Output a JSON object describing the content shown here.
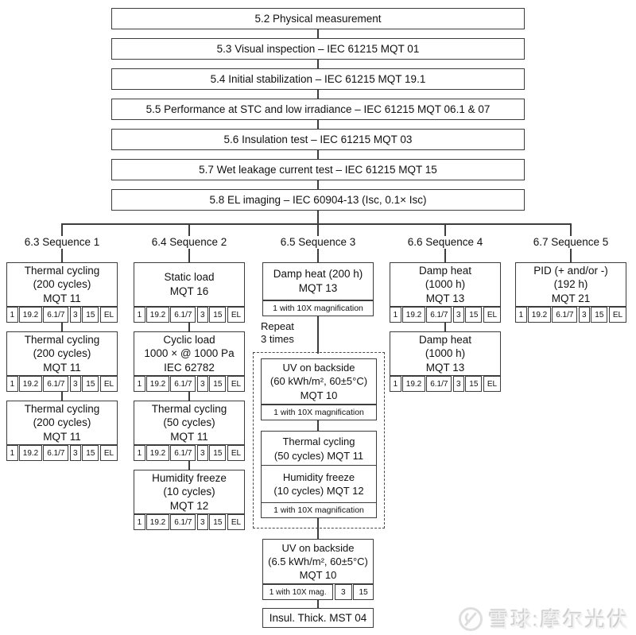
{
  "top_chain": [
    "5.2 Physical measurement",
    "5.3 Visual inspection – IEC 61215 MQT 01",
    "5.4 Initial stabilization – IEC 61215 MQT 19.1",
    "5.5 Performance at STC and low irradiance – IEC 61215 MQT 06.1 & 07",
    "5.6 Insulation test – IEC 61215 MQT 03",
    "5.7 Wet leakage current test – IEC 61215 MQT 15",
    "5.8 EL imaging – IEC 60904-13 (Isc, 0.1× Isc)"
  ],
  "qual_row": [
    "1",
    "19.2",
    "6.1/7",
    "3",
    "15",
    "EL"
  ],
  "mag_note": "1 with 10X magnification",
  "uv_bottom_row": [
    "1 with 10X mag.",
    "3",
    "15"
  ],
  "sequences": [
    {
      "header": "6.3 Sequence 1",
      "boxes": [
        "Thermal cycling\n(200 cycles)\nMQT 11",
        "Thermal cycling\n(200 cycles)\nMQT 11",
        "Thermal cycling\n(200 cycles)\nMQT 11"
      ]
    },
    {
      "header": "6.4 Sequence 2",
      "boxes": [
        "Static load\nMQT 16",
        "Cyclic load\n1000 × @ 1000 Pa\nIEC 62782",
        "Thermal cycling\n(50 cycles)\nMQT 11",
        "Humidity freeze\n(10 cycles)\nMQT 12"
      ]
    },
    {
      "header": "6.5 Sequence 3",
      "damp_heat": "Damp heat (200 h)\nMQT 13",
      "repeat_note": "Repeat\n3 times",
      "uv_60": "UV on backside\n(60 kWh/m², 60±5°C)\nMQT 10",
      "tc_50": "Thermal cycling\n(50 cycles) MQT 11",
      "hf_10": "Humidity freeze\n(10 cycles) MQT 12",
      "uv_6_5": "UV on backside\n(6.5 kWh/m², 60±5°C)\nMQT 10",
      "insulation": "Insul. Thick. MST 04"
    },
    {
      "header": "6.6 Sequence 4",
      "boxes": [
        "Damp heat\n(1000 h)\nMQT 13",
        "Damp heat\n(1000 h)\nMQT 13"
      ]
    },
    {
      "header": "6.7 Sequence 5",
      "boxes": [
        "PID (+ and/or -)\n(192 h)\nMQT 21"
      ]
    }
  ],
  "watermark": {
    "text": "雪球:摩尔光伏"
  },
  "colors": {
    "line": "#3d3d3d",
    "watermark_gray": "#d9d9d9"
  }
}
